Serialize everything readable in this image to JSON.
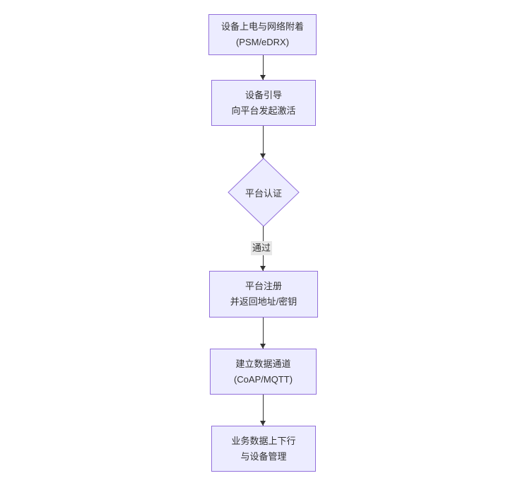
{
  "diagram": {
    "type": "flowchart",
    "direction": "top-down",
    "colors": {
      "canvas_bg": "#ffffff",
      "node_fill": "#ECECFF",
      "node_border": "#9370DB",
      "text_color": "#333333",
      "arrow_color": "#333333",
      "edge_label_bg": "#e8e8e8"
    },
    "nodes": [
      {
        "id": "power-attach",
        "type": "rect",
        "lines": [
          "设备上电与网络附着",
          "(PSM/eDRX)"
        ]
      },
      {
        "id": "bootstrap",
        "type": "rect",
        "lines": [
          "设备引导",
          "向平台发起激活"
        ]
      },
      {
        "id": "platform-auth",
        "type": "diamond",
        "lines": [
          "平台认证"
        ]
      },
      {
        "id": "platform-register",
        "type": "rect",
        "lines": [
          "平台注册",
          "并返回地址/密钥"
        ]
      },
      {
        "id": "data-channel",
        "type": "rect",
        "lines": [
          "建立数据通道",
          "(CoAP/MQTT)"
        ]
      },
      {
        "id": "business-data",
        "type": "rect",
        "lines": [
          "业务数据上下行",
          "与设备管理"
        ]
      }
    ],
    "edges": [
      {
        "from": "power-attach",
        "to": "bootstrap",
        "label": ""
      },
      {
        "from": "bootstrap",
        "to": "platform-auth",
        "label": ""
      },
      {
        "from": "platform-auth",
        "to": "platform-register",
        "label": "通过"
      },
      {
        "from": "platform-register",
        "to": "data-channel",
        "label": ""
      },
      {
        "from": "data-channel",
        "to": "business-data",
        "label": ""
      }
    ]
  }
}
